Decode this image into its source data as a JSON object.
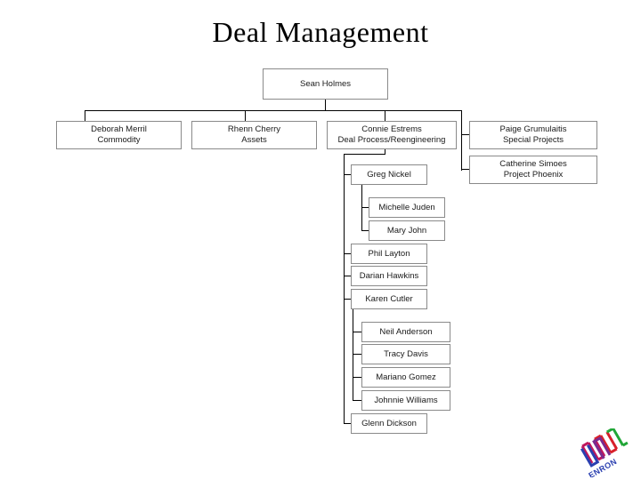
{
  "slide": {
    "title": "Deal Management",
    "background_color": "#ffffff",
    "box_border_color": "#8a8a8a",
    "line_color": "#000000",
    "text_color": "#1a1a1a"
  },
  "org_chart": {
    "root": {
      "name": "Sean Holmes",
      "role": ""
    },
    "level2": [
      {
        "name": "Deborah Merril",
        "role": "Commodity"
      },
      {
        "name": "Rhenn Cherry",
        "role": "Assets"
      },
      {
        "name": "Connie Estrems",
        "role": "Deal Process/Reengineering"
      },
      {
        "name": "Paige Grumulaitis",
        "role": "Special Projects"
      }
    ],
    "paige_children": [
      {
        "name": "Catherine Simoes",
        "role": "Project Phoenix"
      }
    ],
    "connie_children": [
      {
        "name": "Greg Nickel",
        "role": ""
      },
      {
        "name": "Phil Layton",
        "role": ""
      },
      {
        "name": "Darian Hawkins",
        "role": ""
      },
      {
        "name": "Karen Cutler",
        "role": ""
      },
      {
        "name": "Glenn Dickson",
        "role": ""
      }
    ],
    "greg_children": [
      {
        "name": "Michelle Juden",
        "role": ""
      },
      {
        "name": "Mary John",
        "role": ""
      }
    ],
    "karen_children": [
      {
        "name": "Neil Anderson",
        "role": ""
      },
      {
        "name": "Tracy Davis",
        "role": ""
      },
      {
        "name": "Mariano Gomez",
        "role": ""
      },
      {
        "name": "Johnnie Williams",
        "role": ""
      }
    ]
  },
  "logo": {
    "wordmark": "ENRON",
    "colors": {
      "blue": "#2a3fb0",
      "magenta": "#c0175c",
      "red": "#d8202a",
      "green": "#21a637",
      "purple": "#7b2a8e"
    }
  }
}
